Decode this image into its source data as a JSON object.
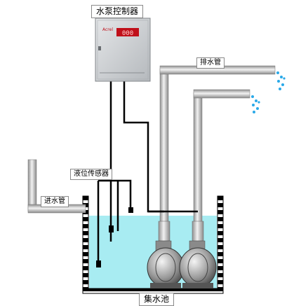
{
  "labels": {
    "controller": "水泵控制器",
    "controller_brand": "Acrel",
    "controller_display": "000",
    "outlet_pipe": "排水管",
    "inlet_pipe": "进水管",
    "level_sensor": "液位传感器",
    "sump": "集水池"
  },
  "colors": {
    "water": "#a8ecf2",
    "pipe_light": "#e8e8e8",
    "pipe_mid": "#a9a9a9",
    "pipe_dark": "#6f6f6f",
    "wall": "#000000",
    "display": "#c0101a",
    "panel": "#c9cdd0",
    "drop": "#2aa9e8"
  }
}
